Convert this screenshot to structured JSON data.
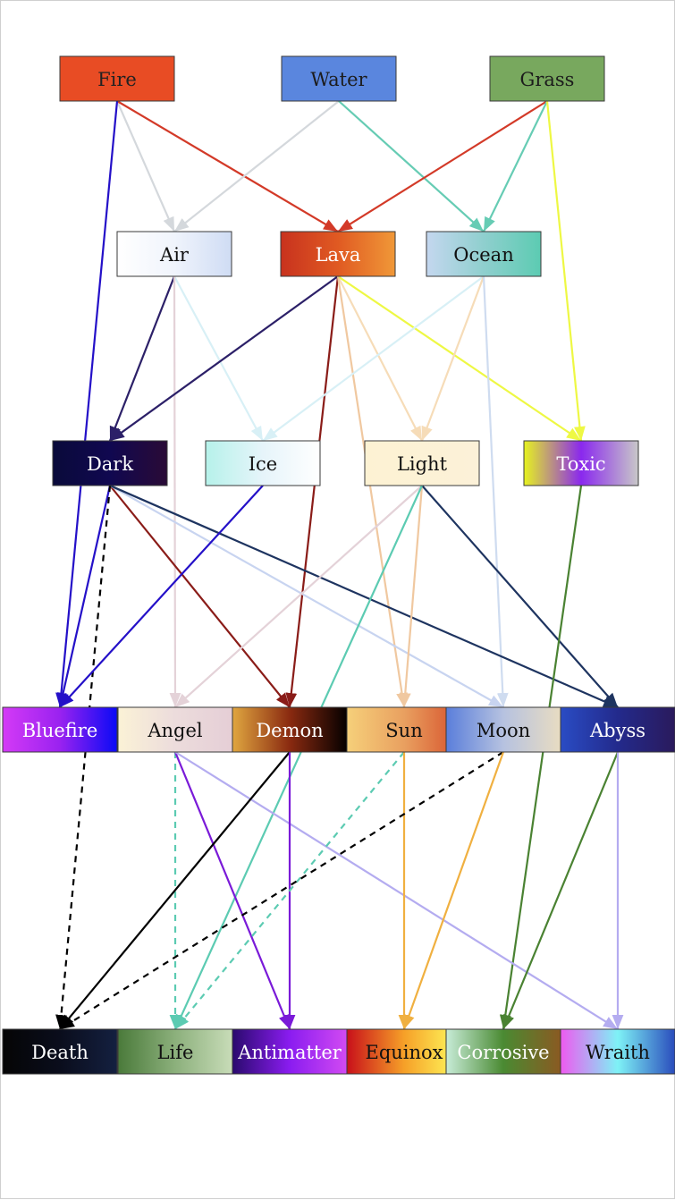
{
  "nodes": {
    "fire": {
      "label": "Fire",
      "fill": "#e84c24",
      "text_color": "#222222"
    },
    "water": {
      "label": "Water",
      "fill": "#5a86de",
      "text_color": "#1c1c1c"
    },
    "grass": {
      "label": "Grass",
      "fill": "#78a85e",
      "text_color": "#1c1c1c"
    },
    "air": {
      "label": "Air",
      "stops": [
        "#ffffff",
        "#f0f4fc",
        "#cfdcf4"
      ],
      "text_color": "#111111"
    },
    "lava": {
      "label": "Lava",
      "stops": [
        "#c8321e",
        "#e05a22",
        "#f09838"
      ],
      "text_color": "#ffffff"
    },
    "ocean": {
      "label": "Ocean",
      "stops": [
        "#c4d7ef",
        "#8fcfce",
        "#5ccbb2"
      ],
      "text_color": "#111111"
    },
    "dark": {
      "label": "Dark",
      "stops": [
        "#0a0a3a",
        "#100850",
        "#2a0a36"
      ],
      "text_color": "#ffffff"
    },
    "ice": {
      "label": "Ice",
      "stops": [
        "#b6f2ea",
        "#e6f4fa",
        "#ffffff"
      ],
      "text_color": "#111111"
    },
    "light": {
      "label": "Light",
      "stops": [
        "#fdf2d3",
        "#fcf1d8"
      ],
      "text_color": "#111111"
    },
    "toxic": {
      "label": "Toxic",
      "stops": [
        "#e6f31f",
        "#8a28ee",
        "#c8c8c8"
      ],
      "text_color": "#ffffff"
    },
    "bluefire": {
      "label": "Bluefire",
      "stops": [
        "#d43af6",
        "#9a22f0",
        "#0a0af5"
      ],
      "text_color": "#ffffff"
    },
    "angel": {
      "label": "Angel",
      "stops": [
        "#fbf2d6",
        "#ecdcdc",
        "#e5ced6"
      ],
      "text_color": "#111111"
    },
    "demon": {
      "label": "Demon",
      "stops": [
        "#e0a640",
        "#8a2a10",
        "#050000"
      ],
      "text_color": "#ffffff"
    },
    "sun": {
      "label": "Sun",
      "stops": [
        "#f6d07a",
        "#e9a060",
        "#d6502a"
      ],
      "text_color": "#111111"
    },
    "moon": {
      "label": "Moon",
      "stops": [
        "#5a7edb",
        "#b6c2e0",
        "#e8dcc2"
      ],
      "text_color": "#111111"
    },
    "abyss": {
      "label": "Abyss",
      "stops": [
        "#2a4cc4",
        "#232a8c",
        "#2a1a5c"
      ],
      "text_color": "#ffffff"
    },
    "death": {
      "label": "Death",
      "stops": [
        "#050505",
        "#0a0d1c",
        "#142040"
      ],
      "text_color": "#ffffff"
    },
    "life": {
      "label": "Life",
      "stops": [
        "#4a7a3a",
        "#8cb07c",
        "#c8dcb8"
      ],
      "text_color": "#111111"
    },
    "antimatter": {
      "label": "Antimatter",
      "stops": [
        "#2a0a6e",
        "#8a1cf0",
        "#d24af2"
      ],
      "text_color": "#ffffff"
    },
    "equinox": {
      "label": "Equinox",
      "stops": [
        "#c8101a",
        "#f6a028",
        "#ffff60"
      ],
      "text_color": "#111111"
    },
    "corrosive": {
      "label": "Corrosive",
      "stops": [
        "#c8ecd8",
        "#4a8a32",
        "#8a5a22"
      ],
      "text_color": "#ffffff"
    },
    "wraith": {
      "label": "Wraith",
      "stops": [
        "#ee5af0",
        "#7ef2f6",
        "#2a4cbc"
      ],
      "text_color": "#111111"
    }
  },
  "edges": [
    {
      "from": "fire",
      "to": "air",
      "color": "#d4d8dc",
      "style": "solid"
    },
    {
      "from": "fire",
      "to": "lava",
      "color": "#d33a28",
      "style": "solid"
    },
    {
      "from": "fire",
      "to": "bluefire",
      "color": "#2410c8",
      "style": "solid"
    },
    {
      "from": "water",
      "to": "air",
      "color": "#d4d8dc",
      "style": "solid"
    },
    {
      "from": "water",
      "to": "ocean",
      "color": "#66ccb4",
      "style": "solid"
    },
    {
      "from": "grass",
      "to": "lava",
      "color": "#d33a28",
      "style": "solid"
    },
    {
      "from": "grass",
      "to": "ocean",
      "color": "#66ccb4",
      "style": "solid"
    },
    {
      "from": "grass",
      "to": "toxic",
      "color": "#eef844",
      "style": "solid"
    },
    {
      "from": "air",
      "to": "dark",
      "color": "#2c2068",
      "style": "solid"
    },
    {
      "from": "air",
      "to": "ice",
      "color": "#d8f0f6",
      "style": "solid"
    },
    {
      "from": "air",
      "to": "angel",
      "color": "#e4d2d8",
      "style": "solid"
    },
    {
      "from": "lava",
      "to": "dark",
      "color": "#2c2068",
      "style": "solid"
    },
    {
      "from": "lava",
      "to": "light",
      "color": "#f6dcb8",
      "style": "solid"
    },
    {
      "from": "lava",
      "to": "toxic",
      "color": "#eef844",
      "style": "solid"
    },
    {
      "from": "lava",
      "to": "demon",
      "color": "#8a1c18",
      "style": "solid"
    },
    {
      "from": "lava",
      "to": "sun",
      "color": "#f0c8a0",
      "style": "solid"
    },
    {
      "from": "ocean",
      "to": "ice",
      "color": "#d8f0f6",
      "style": "solid"
    },
    {
      "from": "ocean",
      "to": "light",
      "color": "#f6dcb8",
      "style": "solid"
    },
    {
      "from": "ocean",
      "to": "moon",
      "color": "#cfdcf0",
      "style": "solid"
    },
    {
      "from": "dark",
      "to": "bluefire",
      "color": "#2410c8",
      "style": "solid"
    },
    {
      "from": "dark",
      "to": "demon",
      "color": "#8a1c18",
      "style": "solid"
    },
    {
      "from": "dark",
      "to": "moon",
      "color": "#c8d4f0",
      "style": "solid"
    },
    {
      "from": "dark",
      "to": "abyss",
      "color": "#1e3460",
      "style": "solid"
    },
    {
      "from": "dark",
      "to": "death",
      "color": "#000000",
      "style": "dashed"
    },
    {
      "from": "ice",
      "to": "bluefire",
      "color": "#2410c8",
      "style": "solid"
    },
    {
      "from": "light",
      "to": "angel",
      "color": "#e4d2d8",
      "style": "solid"
    },
    {
      "from": "light",
      "to": "sun",
      "color": "#f0c8a0",
      "style": "solid"
    },
    {
      "from": "light",
      "to": "abyss",
      "color": "#1e3460",
      "style": "solid"
    },
    {
      "from": "light",
      "to": "life",
      "color": "#5ccbb2",
      "style": "solid"
    },
    {
      "from": "toxic",
      "to": "corrosive",
      "color": "#4a8232",
      "style": "solid"
    },
    {
      "from": "angel",
      "to": "life",
      "color": "#5ccbb2",
      "style": "dashed"
    },
    {
      "from": "angel",
      "to": "antimatter",
      "color": "#7a1ad8",
      "style": "solid"
    },
    {
      "from": "angel",
      "to": "wraith",
      "color": "#b4acf0",
      "style": "solid"
    },
    {
      "from": "demon",
      "to": "death",
      "color": "#000000",
      "style": "solid"
    },
    {
      "from": "demon",
      "to": "antimatter",
      "color": "#7a1ad8",
      "style": "solid"
    },
    {
      "from": "sun",
      "to": "life",
      "color": "#5ccbb2",
      "style": "dashed"
    },
    {
      "from": "sun",
      "to": "equinox",
      "color": "#f0b040",
      "style": "solid"
    },
    {
      "from": "moon",
      "to": "death",
      "color": "#000000",
      "style": "dashed"
    },
    {
      "from": "moon",
      "to": "equinox",
      "color": "#f0b040",
      "style": "solid"
    },
    {
      "from": "abyss",
      "to": "corrosive",
      "color": "#4a8232",
      "style": "solid"
    },
    {
      "from": "abyss",
      "to": "wraith",
      "color": "#b4acf0",
      "style": "solid"
    }
  ]
}
